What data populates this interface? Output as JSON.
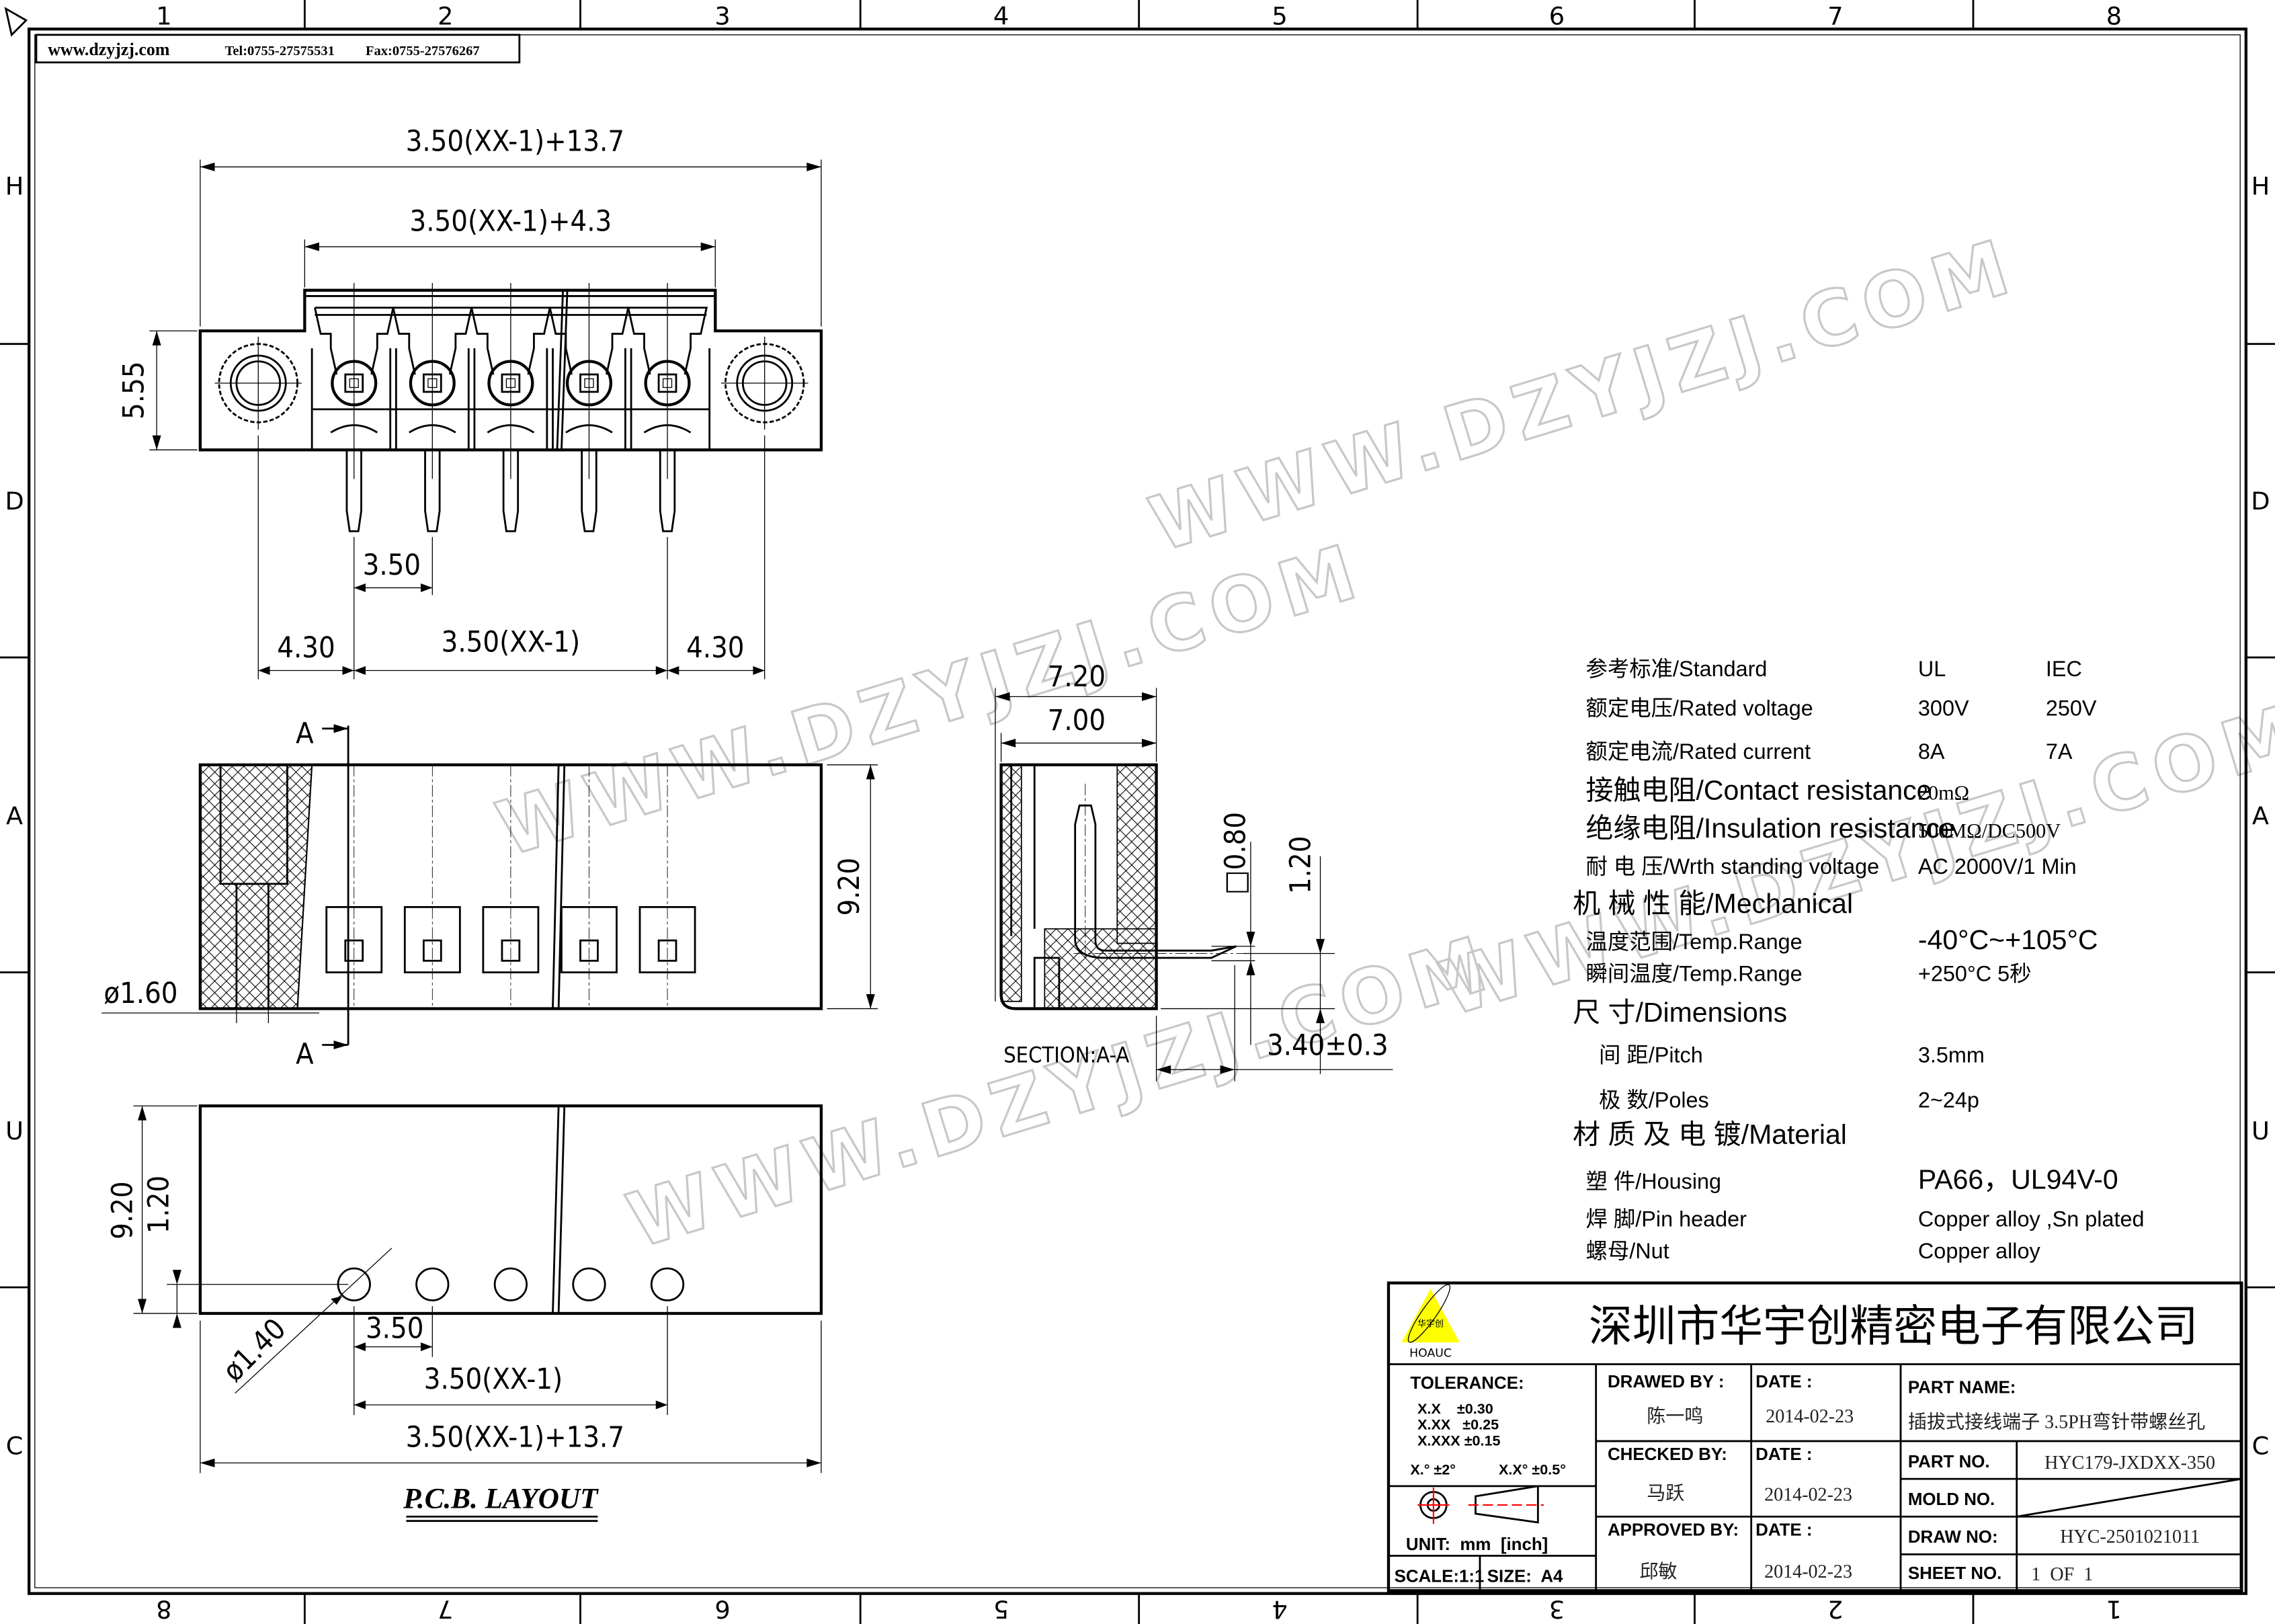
{
  "header": {
    "website": "www.dzyjzj.com",
    "tel": "Tel:0755-27575531",
    "fax": "Fax:0755-27576267"
  },
  "ruler": {
    "columns": [
      "1",
      "2",
      "3",
      "4",
      "5",
      "6",
      "7",
      "8"
    ],
    "rows": [
      "H",
      "D",
      "A",
      "U",
      "C"
    ]
  },
  "watermark": "WWW.DZYJZJ.COM",
  "top_view": {
    "overall": "3.50(XX-1)+13.7",
    "inner": "3.50(XX-1)+4.3",
    "height": "5.55",
    "pitch": "3.50",
    "edge_left": "4.30",
    "span": "3.50(XX-1)",
    "edge_right": "4.30"
  },
  "front_view": {
    "section_mark": "A",
    "height": "9.20",
    "hole": "ø1.60"
  },
  "section_view": {
    "outer_width": "7.20",
    "inner_width": "7.00",
    "pin_square": "□0.80",
    "pin_height": "1.20",
    "pin_length": "3.40±0.3",
    "title": "SECTION:A-A"
  },
  "pcb_layout": {
    "height": "9.20",
    "hole_offset": "1.20",
    "hole_dia": "ø1.40",
    "pitch": "3.50",
    "span": "3.50(XX-1)",
    "overall": "3.50(XX-1)+13.7",
    "title": "P.C.B. LAYOUT"
  },
  "specs": [
    {
      "label": "参考标准/Standard",
      "v1": "UL",
      "v2": "IEC"
    },
    {
      "label": "额定电压/Rated voltage",
      "v1": "300V",
      "v2": "250V"
    },
    {
      "label": "额定电流/Rated current",
      "v1": "8A",
      "v2": "7A"
    },
    {
      "label": "接触电阻/Contact resistance",
      "v1": "20mΩ",
      "v2": ""
    },
    {
      "label": "绝缘电阻/Insulation resistance",
      "v1": "500MΩ/DC500V",
      "v2": ""
    },
    {
      "label": "耐 电 压/Wrth standing voltage",
      "v1": "AC 2000V/1 Min",
      "v2": ""
    },
    {
      "label": "机 械 性 能/Mechanical",
      "v1": "",
      "v2": ""
    },
    {
      "label": "温度范围/Temp.Range",
      "v1": "-40°C~+105°C",
      "v2": ""
    },
    {
      "label": "瞬间温度/Temp.Range",
      "v1": "+250°C   5秒",
      "v2": ""
    },
    {
      "label": "尺    寸/Dimensions",
      "v1": "",
      "v2": ""
    },
    {
      "label": "间 距/Pitch",
      "v1": "3.5mm",
      "v2": ""
    },
    {
      "label": "极 数/Poles",
      "v1": "2~24p",
      "v2": ""
    },
    {
      "label": "材 质 及 电 镀/Material",
      "v1": "",
      "v2": ""
    },
    {
      "label": "塑 件/Housing",
      "v1": "PA66，UL94V-0",
      "v2": ""
    },
    {
      "label": "焊 脚/Pin header",
      "v1": "Copper alloy ,Sn plated",
      "v2": ""
    },
    {
      "label": "螺母/Nut",
      "v1": "Copper alloy",
      "v2": ""
    }
  ],
  "title_block": {
    "logo_text": "华宇创",
    "logo_brand": "HOAUC",
    "company": "深圳市华宇创精密电子有限公司",
    "tolerance_title": "TOLERANCE:",
    "tolerances": [
      "X.X    ±0.30",
      "X.XX   ±0.25",
      "X.XXX ±0.15"
    ],
    "angle_tol": [
      "X.° ±2°",
      "X.X° ±0.5°"
    ],
    "unit": "UNIT:  mm  [inch]",
    "scale": "SCALE:1:1",
    "size": "SIZE:  A4",
    "drawed_by_label": "DRAWED  BY :",
    "drawed_by": "陈一鸣",
    "checked_by_label": "CHECKED  BY:",
    "checked_by": "马跃",
    "approved_by_label": "APPROVED  BY:",
    "approved_by": "邱敏",
    "date_label": "DATE :",
    "date1": "2014-02-23",
    "date2": "2014-02-23",
    "date3": "2014-02-23",
    "part_name_label": "PART  NAME:",
    "part_name": "插拔式接线端子 3.5PH弯针带螺丝孔",
    "part_no_label": "PART  NO.",
    "part_no": "HYC179-JXDXX-350",
    "mold_no_label": "MOLD  NO.",
    "draw_no_label": "DRAW  NO:",
    "draw_no": "HYC-2501021011",
    "sheet_no_label": "SHEET  NO.",
    "sheet_no": "1  OF  1"
  }
}
